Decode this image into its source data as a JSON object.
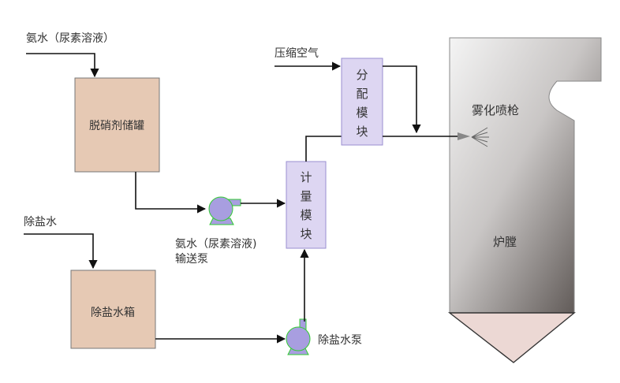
{
  "labels": {
    "ammonia_input": "氨水（尿素溶液）",
    "storage_tank": "脱硝剂储罐",
    "demin_water_input": "除盐水",
    "demin_water_tank": "除盐水箱",
    "ammonia_pump_line1": "氨水（尿素溶液)",
    "ammonia_pump_line2": "输送泵",
    "demin_water_pump": "除盐水泵",
    "compressed_air": "压缩空气",
    "distribution_module": [
      "分",
      "配",
      "模",
      "块"
    ],
    "metering_module": [
      "计",
      "量",
      "模",
      "块"
    ],
    "atomizing_lance": "雾化喷枪",
    "furnace": "炉膛"
  },
  "colors": {
    "tank_fill": "#e6c9b4",
    "module_fill": "#ddd6f2",
    "module_stroke": "#9a8fd0",
    "pump_fill": "#a89ee0",
    "pump_outline": "#33cc33",
    "hopper_fill": "#ecd8d4",
    "furnace_light": "#f2f2f2",
    "furnace_dark": "#5a524f"
  },
  "icons": {
    "pump": "centrifugal-pump-icon",
    "nozzle": "spray-nozzle-icon"
  }
}
